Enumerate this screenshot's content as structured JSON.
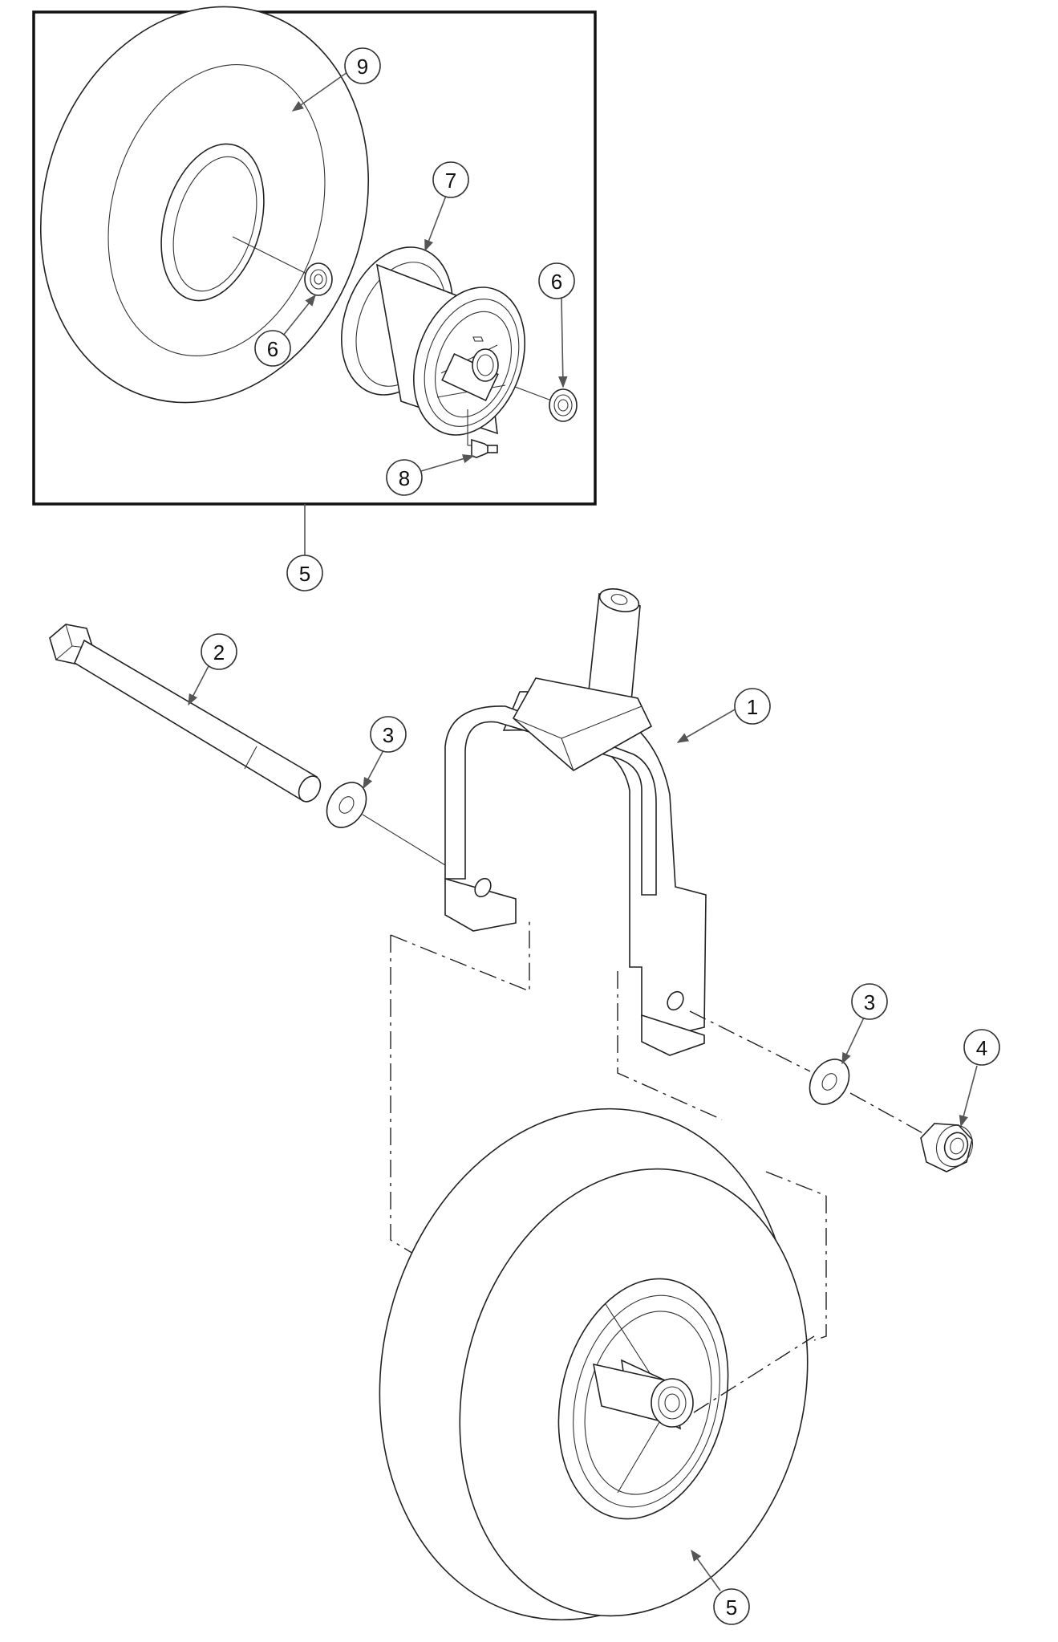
{
  "callouts": {
    "inset_tire": "9",
    "inset_rim": "7",
    "inset_bearing_left": "6",
    "inset_bearing_right": "6",
    "inset_valve_stem": "8",
    "inset_wheel_assembly": "5",
    "fork": "1",
    "bolt": "2",
    "washer_left": "3",
    "washer_right": "3",
    "lock_nut": "4",
    "wheel_assembly": "5"
  },
  "colors": {
    "line": "#222222",
    "balloon_stroke": "#333333",
    "background": "#ffffff"
  }
}
